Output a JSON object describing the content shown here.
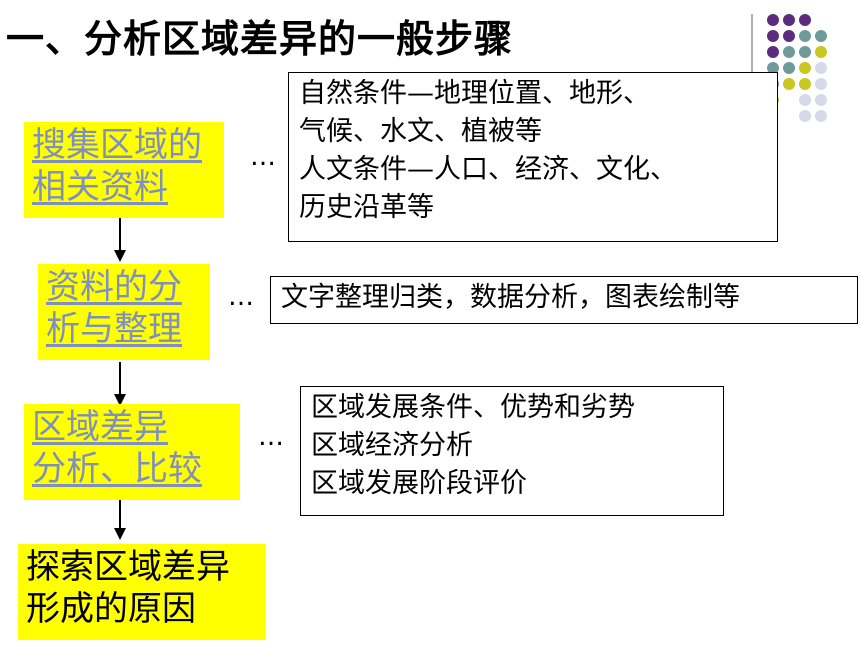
{
  "title": "一、分析区域差异的一般步骤",
  "steps": [
    {
      "lines": [
        "搜集区域的",
        "相关资料"
      ]
    },
    {
      "lines": [
        "资料的分",
        "析与整理"
      ]
    },
    {
      "lines": [
        "区域差异",
        "分析、比较"
      ]
    },
    {
      "lines": [
        "探索区域差异",
        "形成的原因"
      ]
    }
  ],
  "details": [
    {
      "lines": [
        "自然条件—地理位置、地形、",
        "气候、水文、植被等",
        "人文条件—人口、经济、文化、",
        "历史沿革等"
      ]
    },
    {
      "lines": [
        "文字整理归类，数据分析，图表绘制等"
      ]
    },
    {
      "lines": [
        "区域发展条件、优势和劣势",
        "区域经济分析",
        "区域发展阶段评价"
      ]
    }
  ],
  "ellipsis": "…",
  "colors": {
    "step_background": "#ffff00",
    "link_text": "#7f8fbf",
    "dot_purple": "#5c2d7e",
    "dot_teal": "#6f9a99",
    "dot_olive": "#c8c820",
    "dot_lavender": "#d8d8ea"
  }
}
